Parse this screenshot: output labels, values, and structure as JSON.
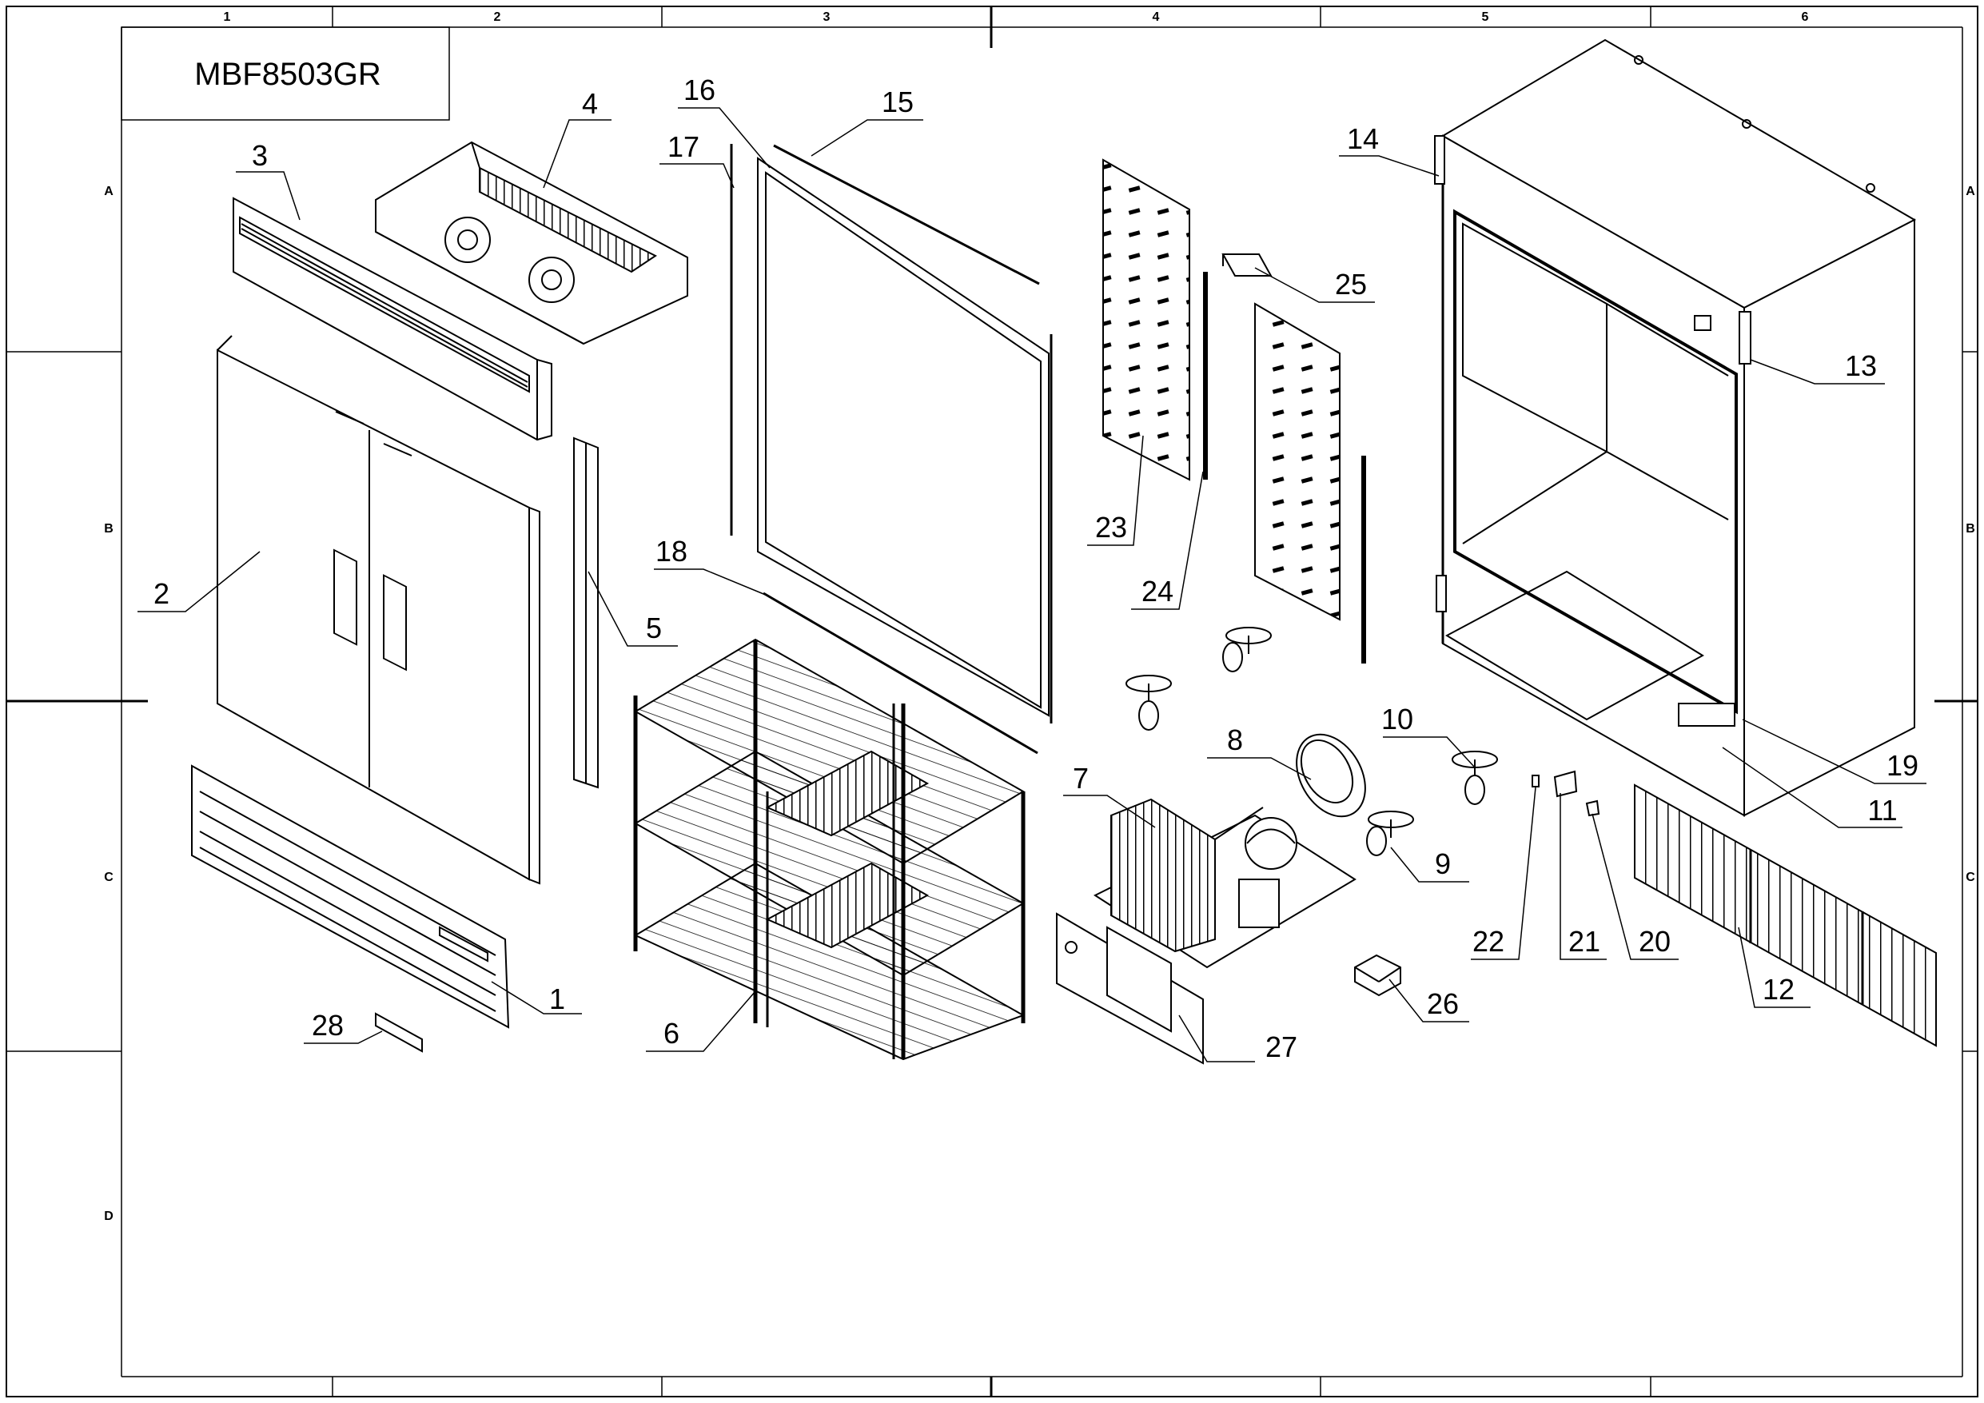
{
  "title_block": {
    "model": "MBF8503GR"
  },
  "zones": {
    "columns": [
      "1",
      "2",
      "3",
      "4",
      "5",
      "6"
    ],
    "rows": [
      "A",
      "B",
      "C",
      "D"
    ]
  },
  "callouts": [
    {
      "id": "c1",
      "label": "1"
    },
    {
      "id": "c2",
      "label": "2"
    },
    {
      "id": "c3",
      "label": "3"
    },
    {
      "id": "c4",
      "label": "4"
    },
    {
      "id": "c5",
      "label": "5"
    },
    {
      "id": "c6",
      "label": "6"
    },
    {
      "id": "c7",
      "label": "7"
    },
    {
      "id": "c8",
      "label": "8"
    },
    {
      "id": "c9",
      "label": "9"
    },
    {
      "id": "c10",
      "label": "10"
    },
    {
      "id": "c11",
      "label": "11"
    },
    {
      "id": "c12",
      "label": "12"
    },
    {
      "id": "c13",
      "label": "13"
    },
    {
      "id": "c14",
      "label": "14"
    },
    {
      "id": "c15",
      "label": "15"
    },
    {
      "id": "c16",
      "label": "16"
    },
    {
      "id": "c17",
      "label": "17"
    },
    {
      "id": "c18",
      "label": "18"
    },
    {
      "id": "c19",
      "label": "19"
    },
    {
      "id": "c20",
      "label": "20"
    },
    {
      "id": "c21",
      "label": "21"
    },
    {
      "id": "c22",
      "label": "22"
    },
    {
      "id": "c23",
      "label": "23"
    },
    {
      "id": "c24",
      "label": "24"
    },
    {
      "id": "c25",
      "label": "25"
    },
    {
      "id": "c26",
      "label": "26"
    },
    {
      "id": "c27",
      "label": "27"
    },
    {
      "id": "c28",
      "label": "28"
    }
  ]
}
